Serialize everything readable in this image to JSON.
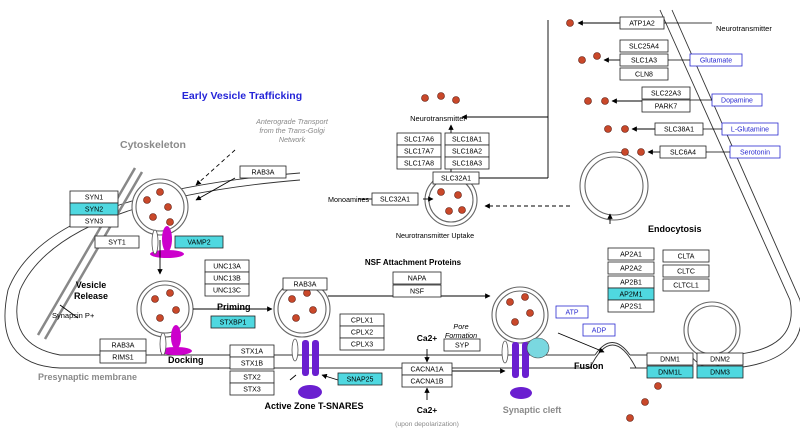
{
  "labels": {
    "early_vesicle_trafficking": "Early Vesicle Trafficking",
    "anterograde_line1": "Anterograde Transport",
    "anterograde_line2": "from the Trans-Golgi",
    "anterograde_line3": "Network",
    "cytoskeleton": "Cytoskeleton",
    "vesicle": "Vesicle",
    "release": "Release",
    "synapsin": "Synapsin P+",
    "priming": "Priming",
    "docking": "Docking",
    "presynaptic_membrane": "Presynaptic membrane",
    "active_zone": "Active Zone T-SNARES",
    "nsf_attachment": "NSF Attachment Proteins",
    "neurotransmitter_top": "Neurotransmitter",
    "neurotransmitter_mid": "Neurotransmitter",
    "monoamines": "Monoamines",
    "nt_uptake": "Neurotransmitter Uptake",
    "endocytosis": "Endocytosis",
    "pore_line1": "Pore",
    "pore_line2": "Formation",
    "ca_mid": "Ca2+",
    "ca_bottom": "Ca2+",
    "upon_depol": "(upon depolarization)",
    "synaptic_cleft": "Synaptic cleft",
    "fusion": "Fusion"
  },
  "genes": {
    "syn1": "SYN1",
    "syn2": "SYN2",
    "syn3": "SYN3",
    "syt1": "SYT1",
    "vamp2": "VAMP2",
    "rab3a_top": "RAB3A",
    "unc13a": "UNC13A",
    "unc13b": "UNC13B",
    "unc13c": "UNC13C",
    "rab3a_mid": "RAB3A",
    "stxbp1": "STXBP1",
    "rab3a_left": "RAB3A",
    "rims1": "RIMS1",
    "stx1a": "STX1A",
    "stx1b": "STX1B",
    "stx2": "STX2",
    "stx3": "STX3",
    "snap25": "SNAP25",
    "cplx1": "CPLX1",
    "cplx2": "CPLX2",
    "cplx3": "CPLX3",
    "napa": "NAPA",
    "nsf": "NSF",
    "cacna1a": "CACNA1A",
    "cacna1b": "CACNA1B",
    "syp": "SYP",
    "slc17a6": "SLC17A6",
    "slc17a7": "SLC17A7",
    "slc17a8": "SLC17A8",
    "slc18a1": "SLC18A1",
    "slc18a2": "SLC18A2",
    "slc18a3": "SLC18A3",
    "slc32a1_top": "SLC32A1",
    "slc32a1_mid": "SLC32A1",
    "atp1a2": "ATP1A2",
    "slc25a4": "SLC25A4",
    "slc1a3": "SLC1A3",
    "cln8": "CLN8",
    "slc22a3": "SLC22A3",
    "park7": "PARK7",
    "slc38a1": "SLC38A1",
    "slc6a4": "SLC6A4",
    "ap2a1": "AP2A1",
    "ap2a2": "AP2A2",
    "ap2b1": "AP2B1",
    "ap2m1": "AP2M1",
    "ap2s1": "AP2S1",
    "clta": "CLTA",
    "cltc": "CLTC",
    "cltcl1": "CLTCL1",
    "dnm1": "DNM1",
    "dnm1l": "DNM1L",
    "dnm2": "DNM2",
    "dnm3": "DNM3"
  },
  "metabolites": {
    "atp": "ATP",
    "adp": "ADP",
    "glutamate": "Glutamate",
    "dopamine": "Dopamine",
    "l_glutamine": "L-Glutamine",
    "serotonin": "Serotonin"
  },
  "colors": {
    "highlight": "#4fd8e0",
    "vesicle_protein": "#cc00cc",
    "channel": "#6a1fd0",
    "neurotransmitter_dot": "#c9482a",
    "title_blue": "#2424d8",
    "metabolite_blue": "#2a2ad0"
  },
  "icons": {
    "vesicle": "vesicle-circle",
    "channel": "ion-channel-icon",
    "vamp": "vamp-protein-icon",
    "dot": "neurotransmitter-dot"
  }
}
